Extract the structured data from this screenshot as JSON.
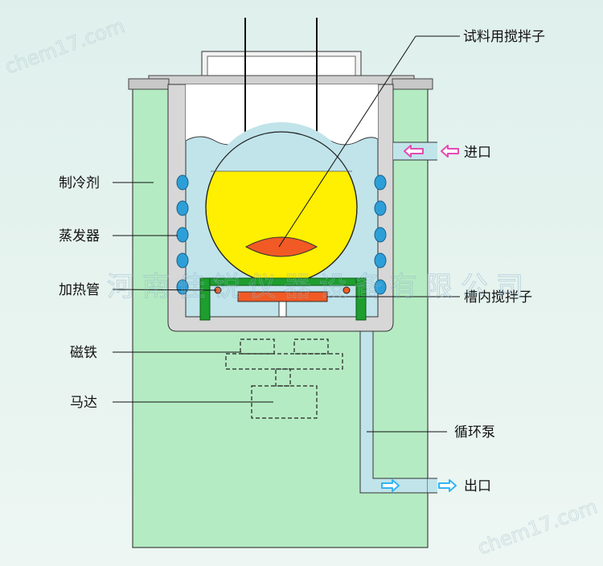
{
  "labels": {
    "sample_stirrer": "试料用搅拌子",
    "inlet": "进口",
    "refrigerant": "制冷剂",
    "evaporator": "蒸发器",
    "heating_tube": "加热管",
    "tank_stirrer": "槽内搅拌子",
    "magnet": "磁铁",
    "motor": "马达",
    "pump": "循环泵",
    "outlet": "出口"
  },
  "watermarks": {
    "company": "河南佳锐仪器设备有限公司",
    "site_top": "chem17.com",
    "site_bottom": "chem17.com"
  },
  "colors": {
    "housing": "#b5ebc3",
    "bath_wall": "#d7d7d7",
    "liquid": "#c0e4ea",
    "sample": "#ffef00",
    "stirrer": "#f15a24",
    "coil": "#2d9fd8",
    "support": "#1e9e2e",
    "inlet_arrow": "#e44bb5",
    "outlet_arrow": "#33b5f0"
  }
}
